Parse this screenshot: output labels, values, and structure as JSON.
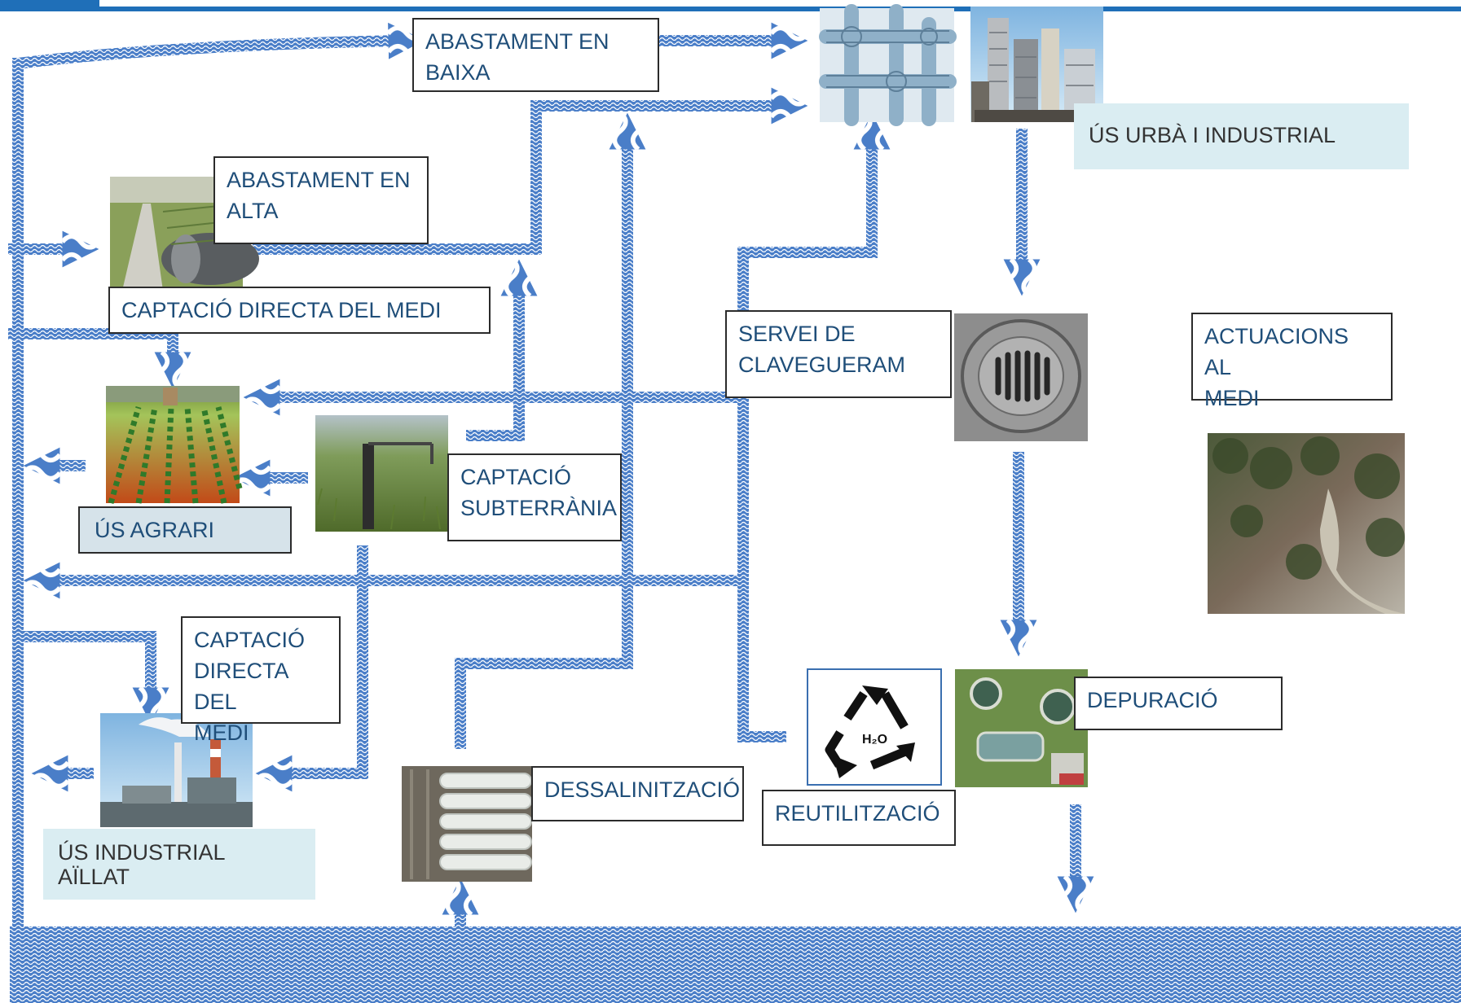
{
  "colors": {
    "accent": "#1f6fb8",
    "arrow_fill": "#4a7ec8",
    "label_text": "#1f4e79",
    "use_box_fill": "#daedf2",
    "agrari_box_fill": "#d6e3ea"
  },
  "labels": {
    "abastament_baixa": "ABASTAMENT EN\nBAIXA",
    "abastament_alta": "ABASTAMENT EN\nALTA",
    "captacio_directa_medi": "CAPTACIÓ DIRECTA DEL MEDI",
    "captacio_subterrania": "CAPTACIÓ\nSUBTERRÀNIA",
    "captacio_directa_medi_2": "CAPTACIÓ\nDIRECTA DEL\nMEDI",
    "servei_clavegueram": "SERVEI DE\nCLAVEGUERAM",
    "actuacions_medi": "ACTUACIONS AL\nMEDI",
    "depuracio": "DEPURACIÓ",
    "dessalinitzacio": "DESSALINITZACIÓ",
    "reutilitzacio": "REUTILITZACIÓ",
    "us_urba_industrial": "ÚS URBÀ I INDUSTRIAL",
    "us_agrari": "ÚS AGRARI",
    "us_industrial_aillat": "ÚS INDUSTRIAL\nAÏLLAT",
    "h2o": "H₂O"
  },
  "images": {
    "pipes": "pipes-photo",
    "city": "skyscrapers-photo",
    "aqueduct": "aqueduct-photo",
    "crops": "crop-field-photo",
    "well": "well-pump-photo",
    "industry": "power-plant-photo",
    "desal": "desalination-membranes-photo",
    "recycle": "recycle-h2o-symbol",
    "wwtp": "water-treatment-plant-photo",
    "manhole": "manhole-cover-photo",
    "river": "riverbed-nature-photo"
  }
}
